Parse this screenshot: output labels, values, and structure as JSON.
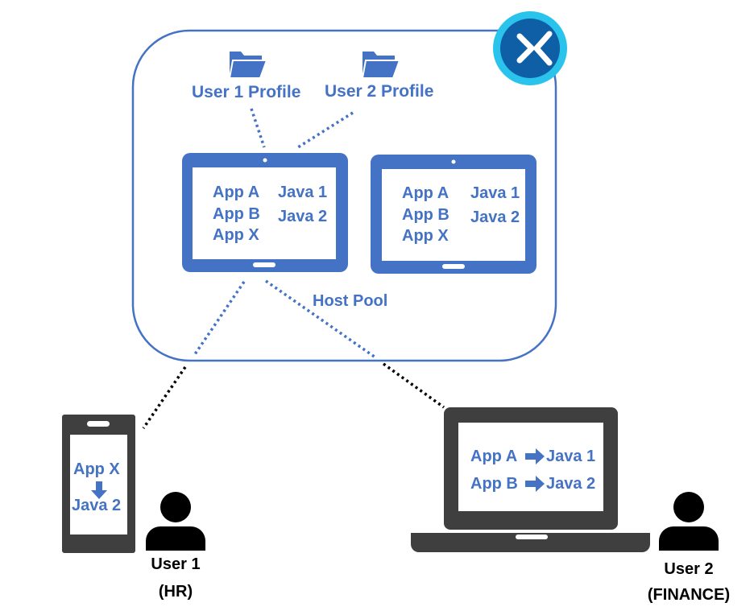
{
  "colors": {
    "blue": "#4472c4",
    "dark": "#3f3f3f",
    "logo_ring": "#29c3ec",
    "logo_fill": "#0f5fa6"
  },
  "icons": {
    "logo": "remote-desktop-logo-icon",
    "folder": "folder-icon",
    "person": "person-icon"
  },
  "profiles": {
    "user1": "User 1 Profile",
    "user2": "User 2 Profile"
  },
  "host_pool_label": "Host Pool",
  "host_vm1": {
    "apps": [
      "App A",
      "App B",
      "App X"
    ],
    "java": [
      "Java 1",
      "Java 2"
    ]
  },
  "host_vm2": {
    "apps": [
      "App A",
      "App B",
      "App X"
    ],
    "java": [
      "Java 1",
      "Java 2"
    ]
  },
  "phone": {
    "app": "App X",
    "java": "Java 2"
  },
  "laptop": {
    "rows": [
      {
        "app": "App A",
        "java": "Java 1"
      },
      {
        "app": "App B",
        "java": "Java 2"
      }
    ]
  },
  "user1": {
    "name": "User 1",
    "dept": "(HR)"
  },
  "user2": {
    "name": "User 2",
    "dept": "(FINANCE)"
  }
}
